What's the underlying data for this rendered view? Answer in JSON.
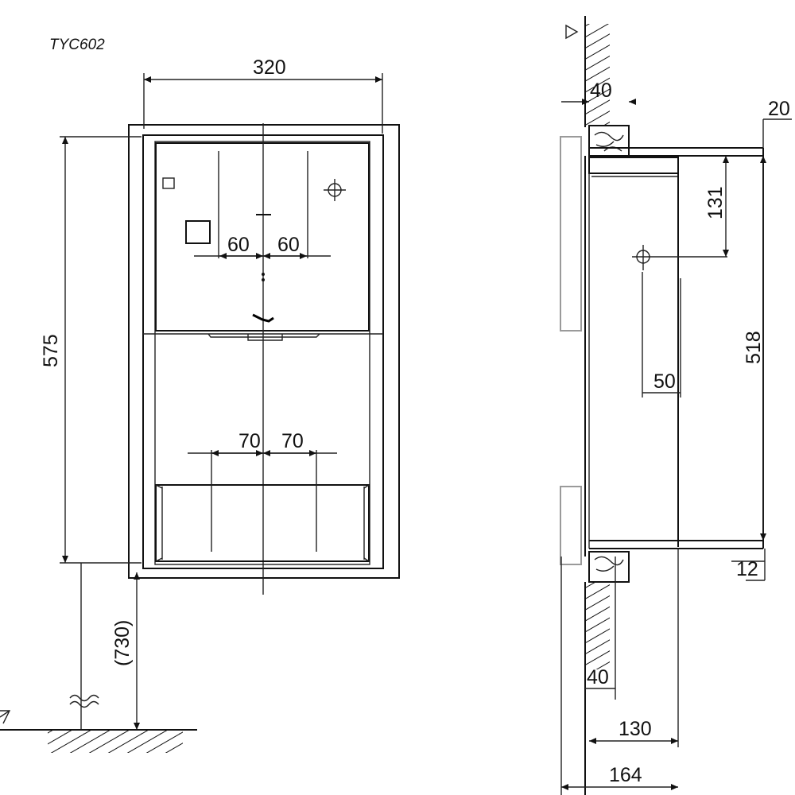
{
  "model": "TYC602",
  "front_view": {
    "width": "320",
    "height": "575",
    "floor_height": "(730)",
    "dim_left_top": "60",
    "dim_right_top": "60",
    "dim_left_bottom": "70",
    "dim_right_bottom": "70"
  },
  "side_view": {
    "wall_top": "40",
    "wall_bottom": "40",
    "flange": "20",
    "sensor_drop": "131",
    "body_height": "518",
    "sensor_offset": "50",
    "bottom_gap": "12",
    "body_depth": "130",
    "total_depth": "164"
  }
}
